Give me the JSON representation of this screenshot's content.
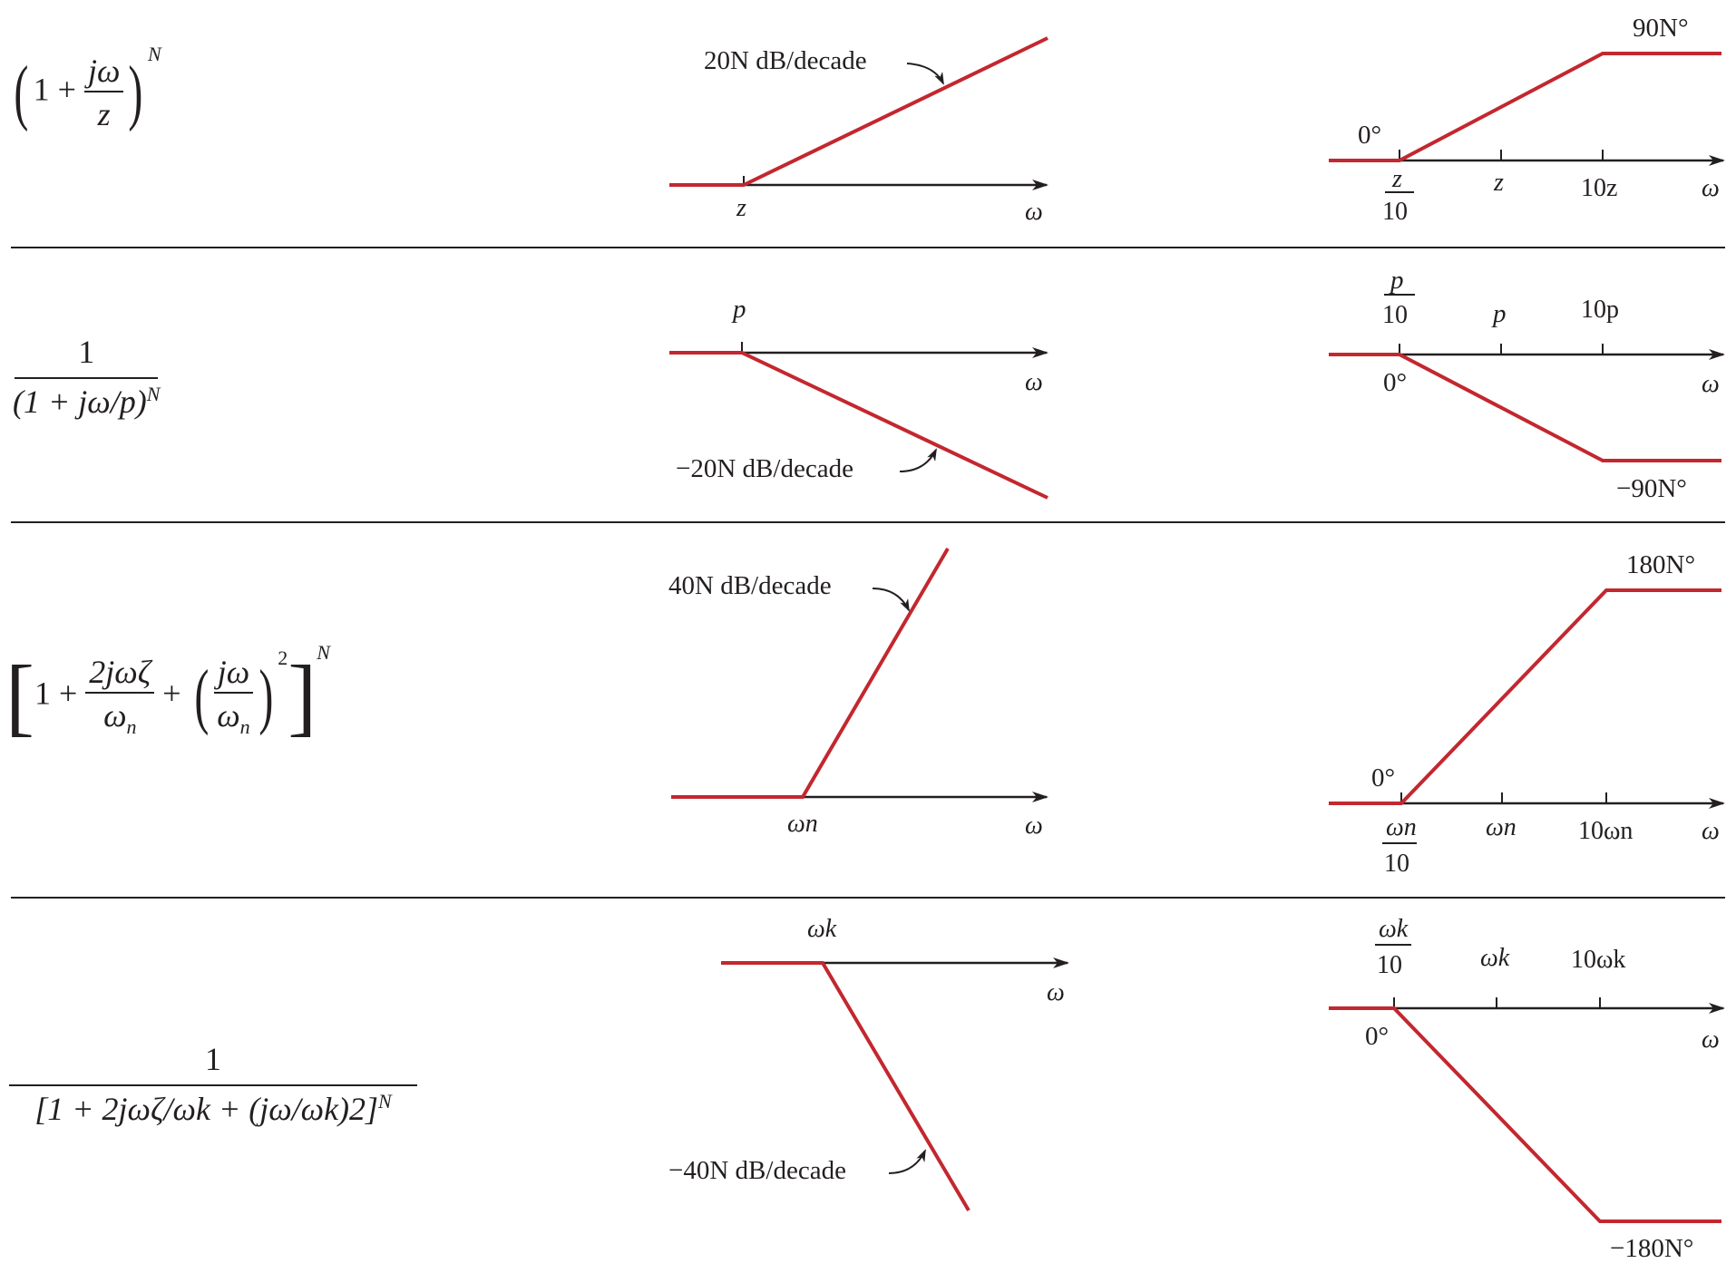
{
  "colors": {
    "asymptote": "#c3272f",
    "ink": "#231f20"
  },
  "rows": [
    {
      "function": {
        "lead": "1 + ",
        "num": "jω",
        "den": "z",
        "exp": "N"
      },
      "magnitude": {
        "slope_label": "20N dB/decade",
        "break_label": "z",
        "axis_label": "ω"
      },
      "phase": {
        "start_label": "0°",
        "end_label": "90N°",
        "tick_labels": [
          "z",
          "z",
          "10z"
        ],
        "tick_den": "10",
        "axis_label": "ω"
      }
    },
    {
      "function": {
        "num": "1",
        "den": "(1 + jω/p)",
        "exp": "N"
      },
      "magnitude": {
        "slope_label": "−20N dB/decade",
        "break_label": "p",
        "axis_label": "ω"
      },
      "phase": {
        "start_label": "0°",
        "end_label": "−90N°",
        "tick_labels": [
          "p",
          "p",
          "10p"
        ],
        "tick_den": "10",
        "axis_label": "ω"
      }
    },
    {
      "function": {
        "lead": "1 + ",
        "num1": "2jωζ",
        "den1": "ωn",
        "plus": "+",
        "num2": "jω",
        "den2": "ωn",
        "inner_exp": "2",
        "exp": "N"
      },
      "magnitude": {
        "slope_label": "40N dB/decade",
        "break_label": "ωn",
        "axis_label": "ω"
      },
      "phase": {
        "start_label": "0°",
        "end_label": "180N°",
        "tick_labels": [
          "ωn",
          "ωn",
          "10ωn"
        ],
        "tick_den": "10",
        "axis_label": "ω"
      }
    },
    {
      "function": {
        "num": "1",
        "den": "[1 + 2jωζ/ωk + (jω/ωk)2]",
        "exp": "N"
      },
      "magnitude": {
        "slope_label": "−40N dB/decade",
        "break_label": "ωk",
        "axis_label": "ω"
      },
      "phase": {
        "start_label": "0°",
        "end_label": "−180N°",
        "tick_labels": [
          "ωk",
          "ωk",
          "10ωk"
        ],
        "tick_den": "10",
        "axis_label": "ω"
      }
    }
  ]
}
